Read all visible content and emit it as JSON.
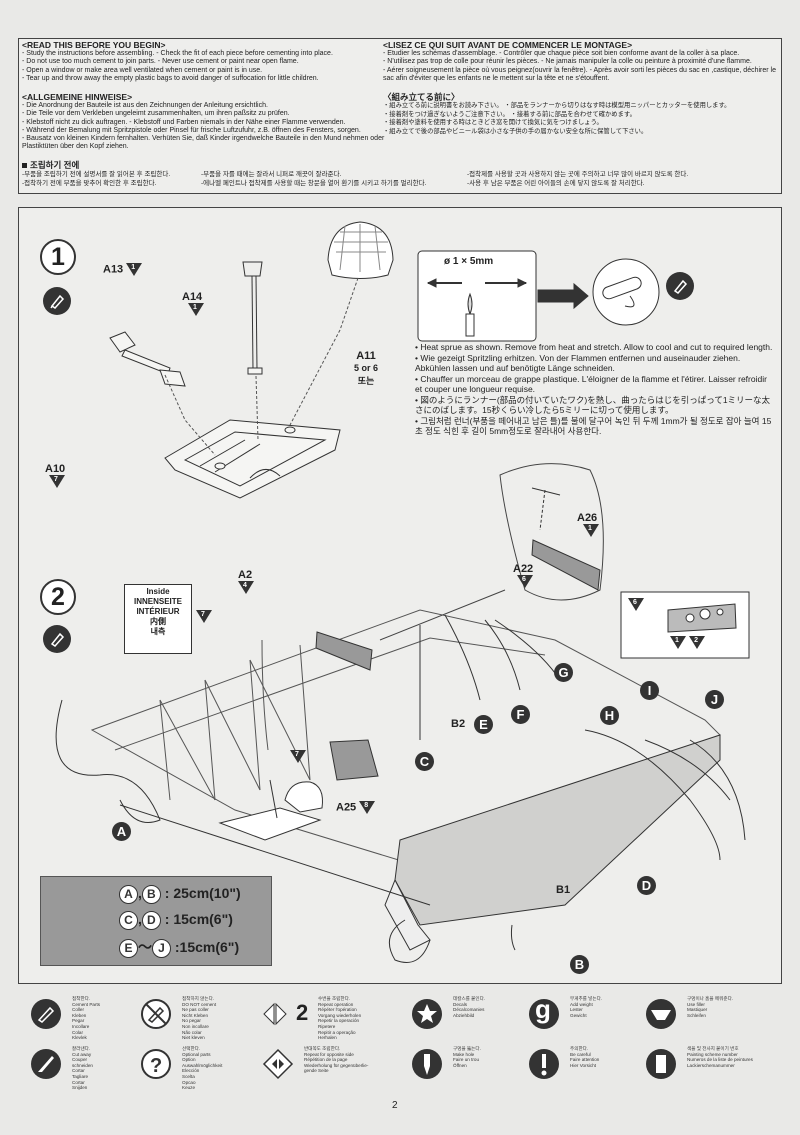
{
  "intro": {
    "en": {
      "heading": "<READ THIS BEFORE YOU BEGIN>",
      "lines": [
        "- Study the instructions before assembling.    - Check the fit of each piece before cementing into place.",
        "- Do not use too much cement to join parts.    - Never use cement or paint near open flame.",
        "- Open a window or make area well ventilated when cement or paint is in use.",
        "- Tear up and throw away the empty plastic bags to avoid danger of suffocation for little children."
      ]
    },
    "de": {
      "heading": "<ALLGEMEINE HINWEISE>",
      "lines": [
        "- Die Anordnung der Bauteile ist aus den Zeichnungen der Anleitung ersichtlich.",
        "- Die Teile vor dem Verkleben ungeleimt zusammenhalten, um ihren paßsitz zu prüfen.",
        "- Klebstoff nicht zu dick auftragen.    - Klebstoff und Farben niemals in der Nähe einer Flamme verwenden.",
        "- Während der Bemalung mit Spritzpistole oder Pinsel für frische Luftzufuhr, z.B. öffnen des Fensters, sorgen.",
        "- Bausatz von kleinen Kindern fernhalten. Verhüten Sie, daß Kinder irgendwelche Bauteile in den Mund nehmen oder",
        "  Plastiktüten über den Kopf ziehen."
      ]
    },
    "fr": {
      "heading": "<LISEZ CE QUI SUIT AVANT DE COMMENCER LE MONTAGE>",
      "lines": [
        "- Etudier les schémas d'assemblage.    - Contrôler que chaque pièce soit bien conforme avant de la coller à sa place.",
        "- N'utilisez pas trop de colle pour réunir les pièces.    - Ne jamais manipuler la colle ou peinture à proximité d'une flamme.",
        "- Aérer soigneusement la pièce où vous peignez(ouvrir la fenêtre).    - Après avoir sorti les pièces du sac en ,castique, déchirer le",
        "  sac afin d'éviter que les enfants ne le mettent sur la tête et ne s'étouffent."
      ]
    },
    "ja": {
      "heading": "〈組み立てる前に〉",
      "lines": [
        "・組み立てる前に説明書をお読み下さい。   ・部品をランナーから切りはなす時は模型用ニッパーとカッターを使用します。",
        "・接着剤をつけ過ぎないようご注意下さい。   ・接着する前に部品を合わせて確かめます。",
        "・接着剤や塗料を使用する時はときどき窓を開けて換気に気をつけましょう。",
        "・組み立てで後の部品やビニール袋は小さな子供の手の届かない安全な所に保管して下さい。"
      ]
    },
    "ko": {
      "heading": "조립하기 전에",
      "lines": [
        "-부품을 조립하기 전에 설명서를 잘 읽어본 후 조립한다.",
        "-접착하기 전에 부품을 맞추어 확인한 후 조립한다.",
        "-부품을 자를 때에는 잘라서 니퍼로 깨끗이 잘라준다.",
        "-에나멜 페인트나 접착제를 사용할 때는 창문을 열어 환기를 시키고 하기를 멀리한다.",
        "-접착제를 사용할 곳과 사용하지 않는 곳에 주의하고 너무 많이 바르지 않도록 한다.",
        "-사용 후 남은 부품은 어린 아이들의 손에 닿지 않도록 잘 처리한다."
      ]
    }
  },
  "step1": {
    "number": "1",
    "parts": [
      {
        "id": "A13",
        "count": "1"
      },
      {
        "id": "A14",
        "count": "1"
      },
      {
        "id": "A11",
        "counts": "5 or 6",
        "or_ko": "또는"
      },
      {
        "id": "A10",
        "count": "7"
      }
    ],
    "sprue": {
      "label": "ø 1 × 5mm"
    },
    "notes": [
      "Heat sprue as shown. Remove from heat and stretch. Allow to cool and cut to required length.",
      "Wie gezeigt Spritzling erhitzen. Von der Flammen entfernen und auseinauder ziehen. Abkühlen lassen und auf benötigte Länge schneiden.",
      "Chauffer un morceau de grappe plastique. L'éloigner de la flamme et l'étirer. Laisser refroidir et couper une longueur requise.",
      "図のようにランナー(部品の付いていたワク)を熱し、曲ったらはじを引っぱって1ミリーな太さにのばします。15秒くらい冷したら5ミリーに切って使用します。",
      "그림처럼 런너(부품을 떼어내고 남은 틀)를 불에 달구어 녹인 뒤 두께 1mm가 될 정도로 잡아 늘여 15초 정도 식힌 후 길이 5mm정도로 잘라내어 사용한다."
    ]
  },
  "step2": {
    "number": "2",
    "inside_label": [
      "Inside",
      "INNENSEITE",
      "INTÉRIEUR",
      "内側",
      "내측"
    ],
    "inside_count": "7",
    "parts": [
      {
        "id": "A2",
        "count": "4"
      },
      {
        "id": "A26",
        "count": "1"
      },
      {
        "id": "A22",
        "count": "6"
      },
      {
        "id": "B2",
        "count": ""
      },
      {
        "id": "A25",
        "count": "8"
      },
      {
        "id": "B1",
        "count": ""
      }
    ],
    "callouts": [
      "A",
      "B",
      "C",
      "D",
      "E",
      "F",
      "G",
      "H",
      "I",
      "J"
    ],
    "panel_counts": [
      "6",
      "1",
      "2"
    ],
    "extra_count": "7"
  },
  "legend": {
    "lines": [
      {
        "letters": [
          "A",
          "B"
        ],
        "sep": ",",
        "value": ": 25cm(10\")"
      },
      {
        "letters": [
          "C",
          "D"
        ],
        "sep": ",",
        "value": ": 15cm(6\")"
      },
      {
        "letters": [
          "E",
          "J"
        ],
        "sep": "～",
        "value": ":15cm(6\")"
      }
    ]
  },
  "symbols": [
    {
      "icon": "cement-icon",
      "text": "접착한다.\nCement Parts\nColler\nKleben\nPegar\nIncollare\nColar\nKlevlek"
    },
    {
      "icon": "no-cement-icon",
      "text": "접착하지 않는다.\nDO NOT cement\nNe pas coller\nNicht Kleben\nNo pegar\nNon incollare\nNão colar\nNiet kleven"
    },
    {
      "icon": "repeat-icon",
      "text": "수번을 조립한다.\nRepeat operation\nRépéter l'opération\nVorgang wiederholen\nRepetir la operación\nRipetere\nRepitir a operação\nHerhalen",
      "num": "2"
    },
    {
      "icon": "decal-icon",
      "text": "데칼스를 붙인다.\nDecals\nDécalcomanies\nAbziehbild"
    },
    {
      "icon": "weight-icon",
      "text": "무게추를 넣는다.\nAdd weight\nLester\nGewicht",
      "glyph": "g"
    },
    {
      "icon": "filler-icon",
      "text": "구멍이나 홈을 메워준다.\nUse filler\nMastiquer\nSchleifen"
    },
    {
      "icon": "cut-icon",
      "text": "잘라낸다.\nCut away\nCouper\nschneiden\nCortar\nTagliare\nCortar\nSnijden"
    },
    {
      "icon": "optional-icon",
      "text": "선택한다.\nOptional parts\nOption\nAuswahlmöglichkeit\nElección\nScelta\nOpcao\nKeuze"
    },
    {
      "icon": "opposite-icon",
      "text": "반대쪽도 조립한다.\nRepeat for opposite side\nRépétition de la page\nWiederholung für gegenüberlie-\ngende Seite"
    },
    {
      "icon": "drill-icon",
      "text": "구멍을 뚫는다.\nMake hole\nFaire un trou\nÖffnen"
    },
    {
      "icon": "caution-icon",
      "text": "주의한다.\nBe careful\nFaire attention\nHier Vorsicht"
    },
    {
      "icon": "paint-number-icon",
      "text": "색을 및 전사지 붙이기 번호\nPainting scheme number\nNumeros de la liste de peintures\nLackierschemanummer"
    }
  ],
  "page_number": "2"
}
